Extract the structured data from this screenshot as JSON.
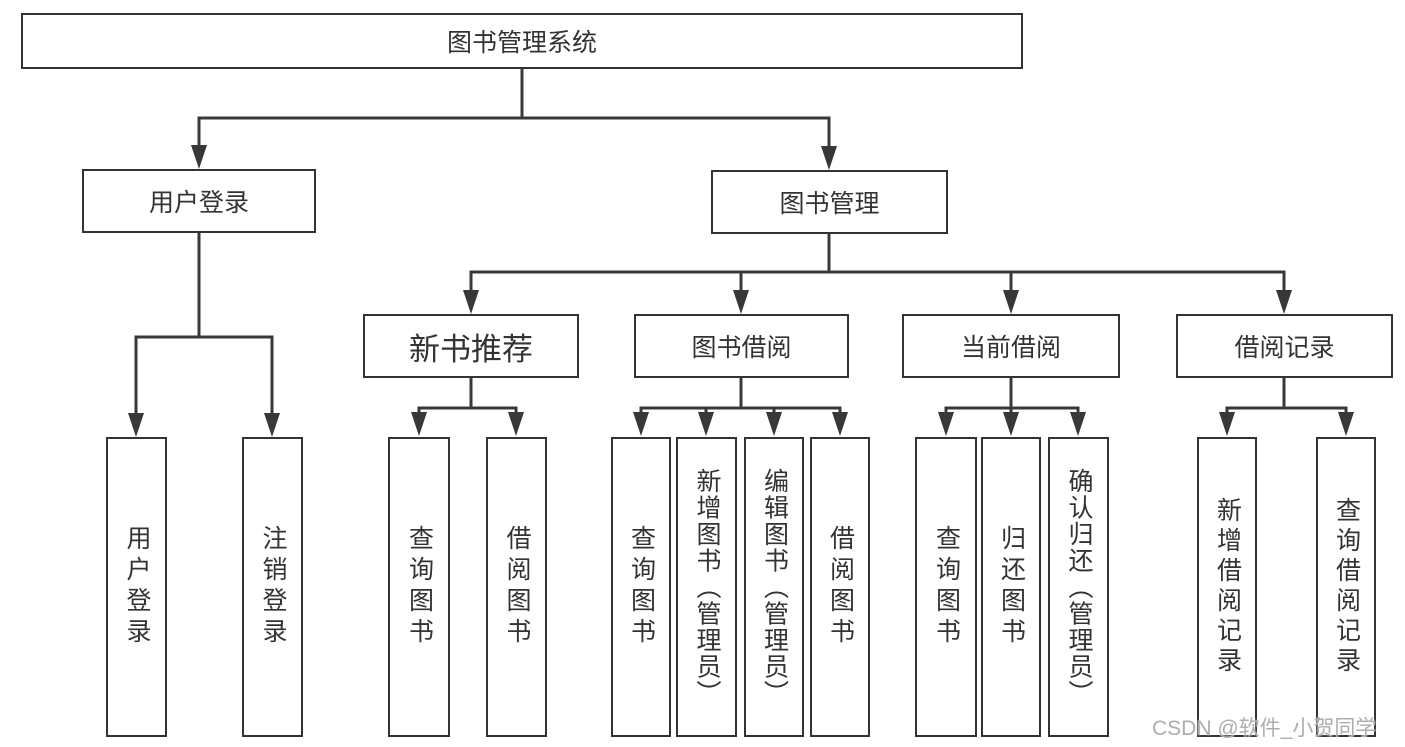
{
  "nodes": {
    "root": {
      "label": "图书管理系统"
    },
    "user_login": {
      "label": "用户登录"
    },
    "book_mgmt": {
      "label": "图书管理"
    },
    "new_book_rec": {
      "label": "新书推荐"
    },
    "book_borrow": {
      "label": "图书借阅"
    },
    "current_borrow": {
      "label": "当前借阅"
    },
    "borrow_records": {
      "label": "借阅记录"
    },
    "leaf_user_login": {
      "label": "用户登录"
    },
    "leaf_logout": {
      "label": "注销登录"
    },
    "leaf_query_book_rec": {
      "label": "查询图书"
    },
    "leaf_borrow_book_rec": {
      "label": "借阅图书"
    },
    "leaf_query_book_borrow": {
      "label": "查询图书"
    },
    "leaf_add_book": {
      "label": "新增图书（管理员）"
    },
    "leaf_edit_book": {
      "label": "编辑图书（管理员）"
    },
    "leaf_borrow_book_2": {
      "label": "借阅图书"
    },
    "leaf_query_book_cur": {
      "label": "查询图书"
    },
    "leaf_return_book": {
      "label": "归还图书"
    },
    "leaf_confirm_return": {
      "label": "确认归还（管理员）"
    },
    "leaf_add_record": {
      "label": "新增借阅记录"
    },
    "leaf_query_record": {
      "label": "查询借阅记录"
    }
  },
  "watermark": {
    "text": "CSDN @软件_小贺同学"
  },
  "colors": {
    "line": "#383838",
    "border": "#333333",
    "text": "#333333",
    "watermark": "#adadad",
    "background": "#ffffff"
  }
}
